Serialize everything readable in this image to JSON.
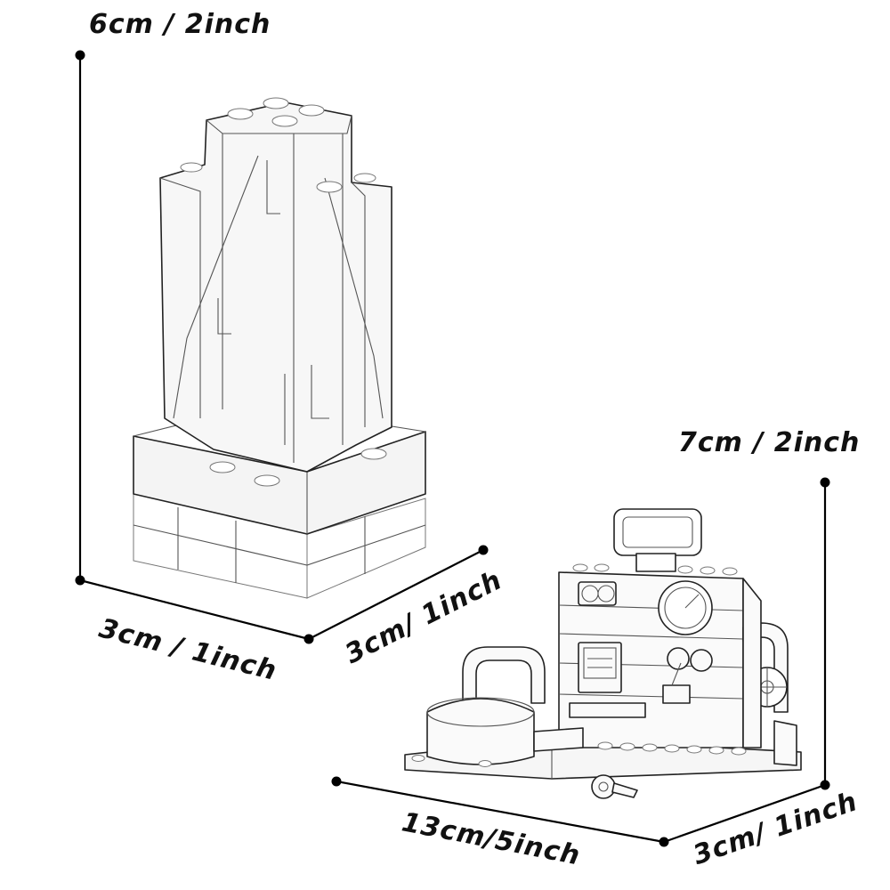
{
  "product_left": {
    "name": "crystal-rock-model",
    "dimensions": {
      "height": "6cm / 2inch",
      "width": "3cm / 1inch",
      "depth": "3cm/ 1inch"
    }
  },
  "product_right": {
    "name": "control-room-model",
    "dimensions": {
      "height": "7cm / 2inch",
      "width": "13cm/5inch",
      "depth": "3cm/ 1inch"
    }
  },
  "colors": {
    "line": "#000000",
    "sketch_stroke": "#222222",
    "background": "#ffffff"
  }
}
